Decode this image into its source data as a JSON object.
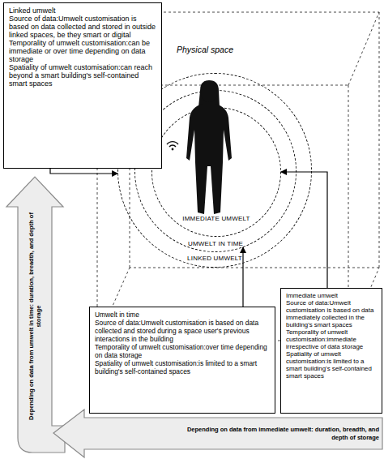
{
  "diagram": {
    "nodes": [
      {
        "text": [
          "Linked umwelt",
          "Source of data:",
          "Umwelt customisation is based on data collected and stored in outside linked spaces, be they smart or digital",
          "Temporality of umwelt customisation:",
          "can be immediate or over time depending on data storage",
          "Spatiality of umwelt customisation:",
          "can reach beyond a smart building's self-contained smart spaces"
        ]
      },
      {
        "text": [
          "Physical space"
        ]
      },
      {
        "text": [
          "LINKED UMWELT"
        ],
        "in": 1
      },
      {
        "text": [
          "UMWELT IN TIME"
        ],
        "in": 2
      },
      {
        "text": [
          "IMMEDIATE UMWELT"
        ],
        "in": 3
      },
      {
        "text": [
          "Immediate umwelt",
          "Source of data:",
          "Umwelt customisation is based on data immediately collected in the building's smart spaces",
          "Temporality of umwelt customisation:",
          "immediate irrespective of data storage",
          "Spatiality of umwelt customisation:",
          "is limited to a smart building's self-contained smart spaces"
        ]
      },
      {
        "text": [
          "Umwelt in time",
          "Source of data:",
          "Umwelt customisation is based on data collected and stored during a space user's previous interactions in the building",
          "Temporality of umwelt customisation:",
          "over time depending on data storage",
          "Spatiality of umwelt customisation:",
          "is limited to a smart building's self-contained spaces"
        ]
      },
      {
        "text": [
          "Depending on data from umwelt in time: duration, breadth, and depth of storage"
        ]
      },
      {
        "text": [
          "Depending on data from immediate umwelt: duration, breadth, and depth of storage"
        ]
      }
    ],
    "edges": [
      {
        "from": 0,
        "to": 2,
        "arrow": "to"
      },
      {
        "from": 5,
        "to": 4,
        "arrow": "to"
      },
      {
        "from": 6,
        "to": 3,
        "arrow": "to"
      }
    ]
  }
}
